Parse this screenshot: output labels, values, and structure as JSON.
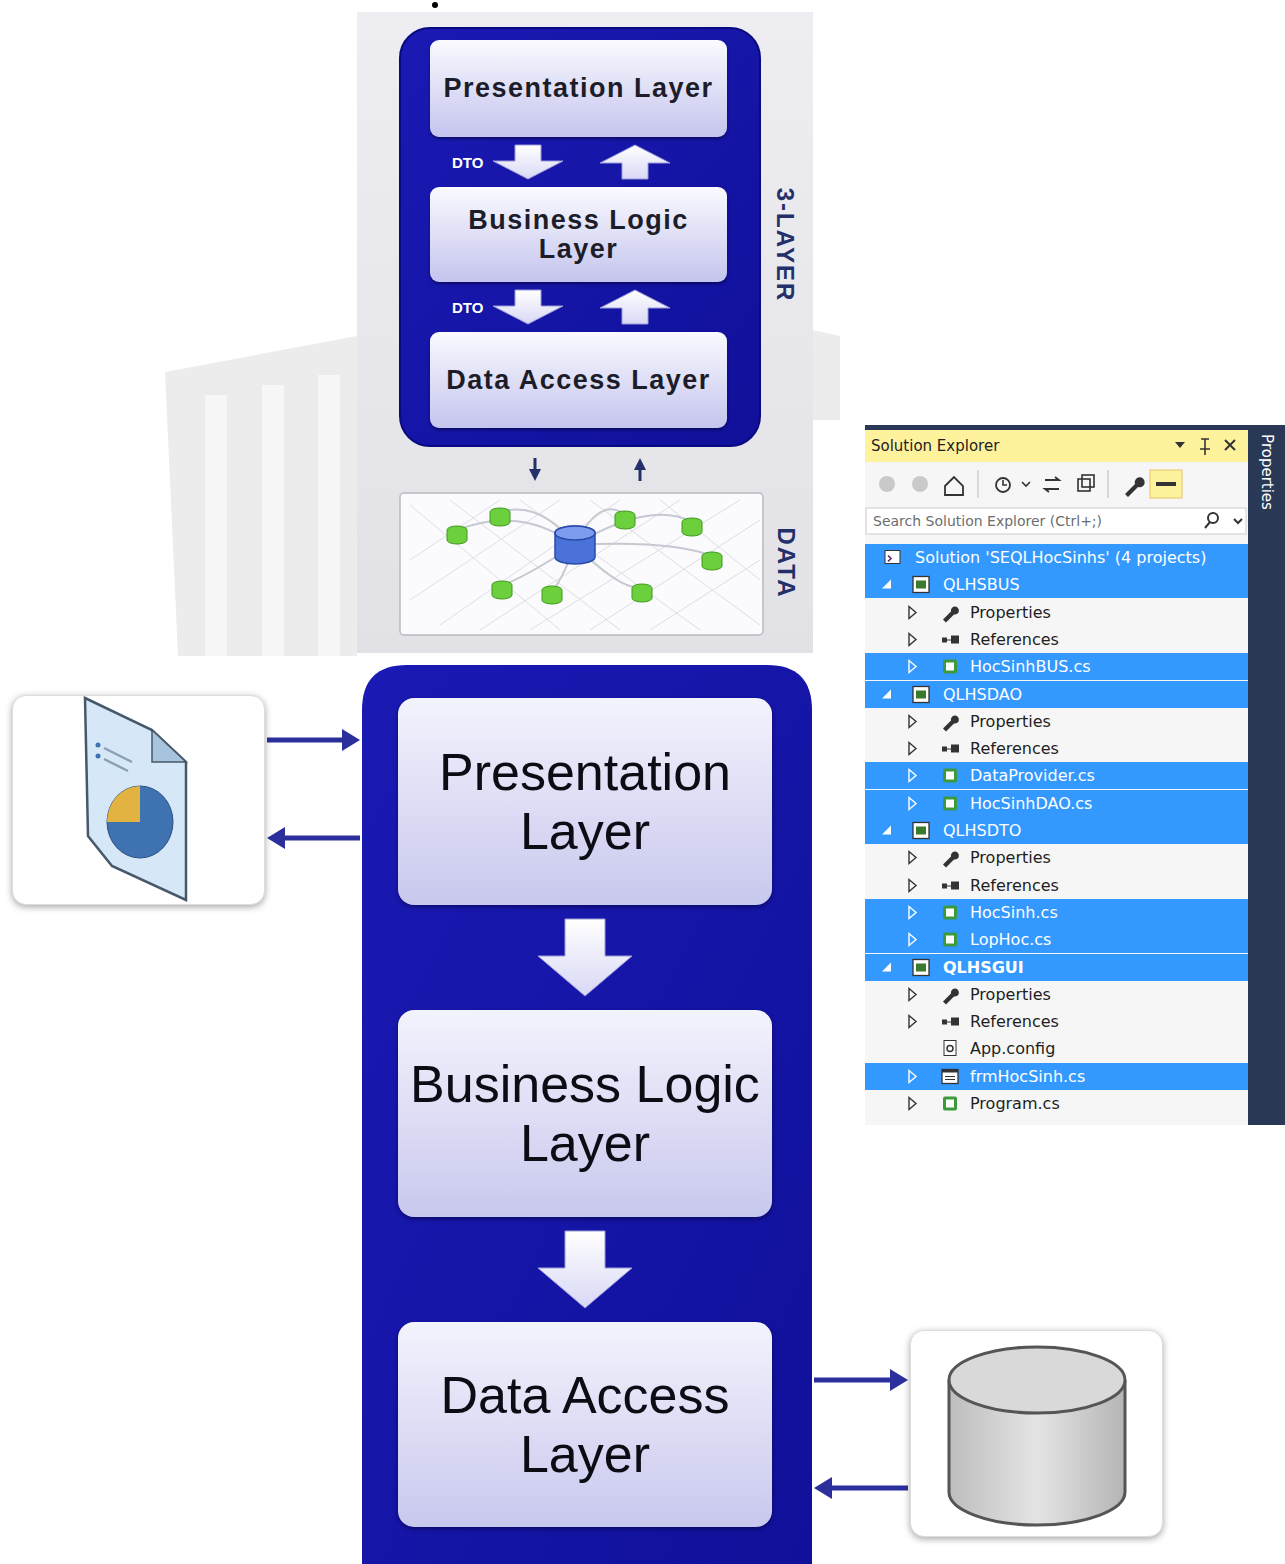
{
  "diagram": {
    "nodes": [
      {
        "text": [
          "3-LAYER"
        ]
      },
      {
        "text": [
          "Presentation Layer"
        ],
        "in": 0
      },
      {
        "text": [
          "Business Logic Layer"
        ],
        "in": 0
      },
      {
        "text": [
          "Data Access Layer"
        ],
        "in": 0
      },
      {
        "text": [
          "DATA"
        ]
      },
      {
        "text": []
      },
      {
        "text": [
          "Presentation Layer"
        ],
        "in": 5
      },
      {
        "text": [
          "Business Logic Layer"
        ],
        "in": 5
      },
      {
        "text": [
          "Data Access Layer"
        ],
        "in": 5
      },
      {
        "text": []
      },
      {
        "text": []
      }
    ],
    "edges": [
      {
        "from": 1,
        "to": 2,
        "label": "DTO",
        "arrow": "to"
      },
      {
        "from": 2,
        "to": 1,
        "arrow": "to"
      },
      {
        "from": 2,
        "to": 3,
        "label": "DTO",
        "arrow": "to"
      },
      {
        "from": 3,
        "to": 2,
        "arrow": "to"
      },
      {
        "from": 0,
        "to": 4,
        "arrow": "to"
      },
      {
        "from": 4,
        "to": 0,
        "arrow": "to"
      },
      {
        "from": 9,
        "to": 5,
        "arrow": "to"
      },
      {
        "from": 5,
        "to": 9,
        "arrow": "to"
      },
      {
        "from": 6,
        "to": 7,
        "arrow": "to"
      },
      {
        "from": 7,
        "to": 8,
        "arrow": "to"
      },
      {
        "from": 5,
        "to": 10,
        "arrow": "to"
      },
      {
        "from": 10,
        "to": 5,
        "arrow": "to"
      }
    ],
    "labels": [
      "Solution Explorer",
      "Search Solution Explorer (Ctrl+;)",
      "Solution 'SEQLHocSinhs' (4 projects)",
      "QLHSBUS",
      "Properties",
      "References",
      "HocSinhBUS.cs",
      "QLHSDAO",
      "Properties",
      "References",
      "DataProvider.cs",
      "HocSinhDAO.cs",
      "QLHSDTO",
      "Properties",
      "References",
      "HocSinh.cs",
      "LopHoc.cs",
      "QLHSGUI",
      "Properties",
      "References",
      "App.config",
      "frmHocSinh.cs",
      "Program.cs",
      "Properties"
    ]
  }
}
